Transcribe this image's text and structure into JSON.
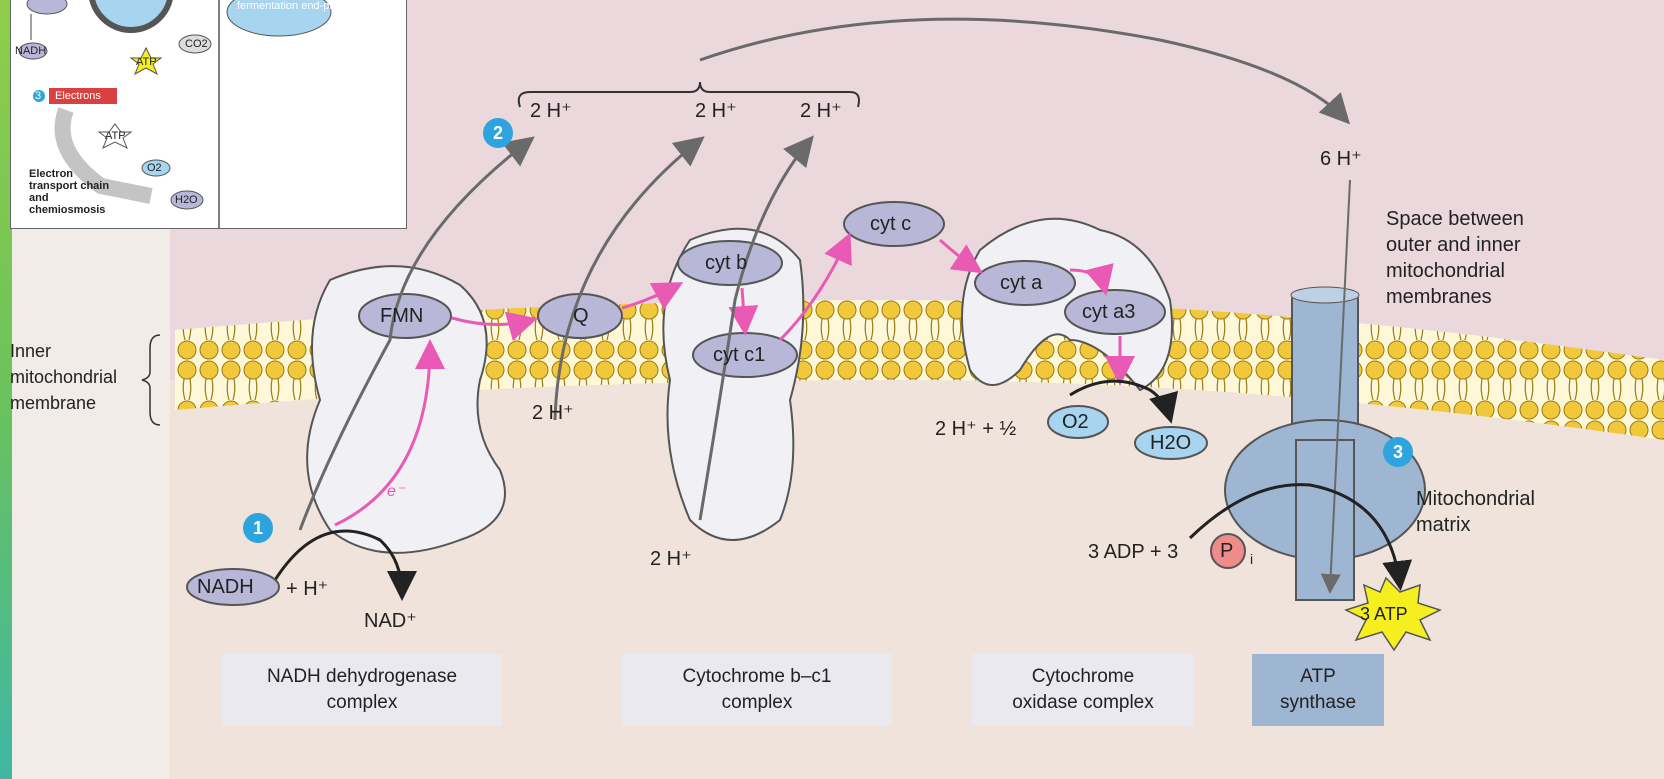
{
  "inset": {
    "fermentation": "fermentation end-products",
    "nadh": "NADH",
    "atp": "ATP",
    "co2": "CO2",
    "step3": "3",
    "electrons": "Electrons",
    "atp2": "ATP",
    "o2": "O2",
    "h2o": "H2O",
    "etc_label": "Electron transport chain and chemiosmosis"
  },
  "steps": {
    "one": "1",
    "two": "2",
    "three": "3"
  },
  "protons": {
    "top_1": "2 H⁺",
    "top_2": "2 H⁺",
    "top_3": "2 H⁺",
    "six": "6 H⁺",
    "matrix_q": "2 H⁺",
    "matrix_b": "2 H⁺",
    "oxygen_eq": "2 H⁺ + ½"
  },
  "carriers": {
    "fmn": "FMN",
    "q": "Q",
    "cyt_b": "cyt b",
    "cyt_c1": "cyt c1",
    "cyt_c": "cyt c",
    "cyt_a": "cyt a",
    "cyt_a3": "cyt a3",
    "electron": "e⁻"
  },
  "reactions": {
    "nadh": "NADH",
    "plus_h": "+ H⁺",
    "nad": "NAD⁺",
    "o2": "O2",
    "h2o": "H2O",
    "adp": "3 ADP + 3",
    "p": "P",
    "pi_sub": "i",
    "atp": "3 ATP"
  },
  "labels": {
    "inner_membrane": [
      "Inner",
      "mitochondrial",
      "membrane"
    ],
    "space": [
      "Space between",
      "outer and inner",
      "mitochondrial",
      "membranes"
    ],
    "matrix": [
      "Mitochondrial",
      "matrix"
    ]
  },
  "complexes": {
    "nadh": [
      "NADH dehydrogenase",
      "complex"
    ],
    "cyt_bc1": [
      "Cytochrome b–c1",
      "complex"
    ],
    "oxidase": [
      "Cytochrome",
      "oxidase complex"
    ],
    "atp_synthase": [
      "ATP",
      "synthase"
    ]
  },
  "colors": {
    "electron_arrow": "#e85ab4",
    "proton_arrow": "#6a6a6a",
    "carrier_fill": "#b9b7d8",
    "step_circle": "#2ea4df",
    "atp_synthase": "#9fb6d3",
    "atp_burst": "#f6ef1f",
    "pi_circle": "#f08b8b",
    "oxygen": "#a7d4ee"
  }
}
